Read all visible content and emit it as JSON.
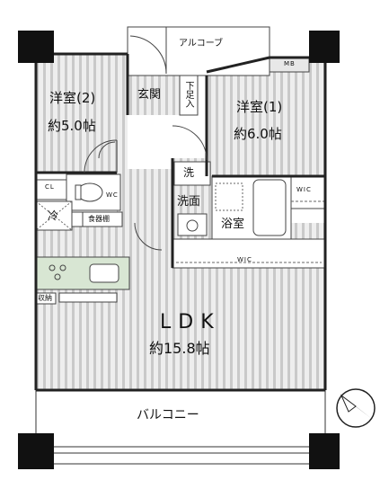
{
  "rooms": {
    "western_room_2": {
      "name": "洋室(2)",
      "size": "約5.0帖"
    },
    "western_room_1": {
      "name": "洋室(1)",
      "size": "約6.0帖"
    },
    "ldk": {
      "name": "LDK",
      "size": "約15.8帖"
    },
    "entrance": "玄関",
    "shoe_box": "下足入",
    "alcove": "アルコーブ",
    "washroom": "洗面",
    "washer": "洗",
    "bathroom": "浴室",
    "balcony": "バルコニー",
    "refrigerator": "冷",
    "storage": "収納",
    "cupboard": "食器棚",
    "wc": "WC",
    "closet": "CL",
    "mb": "MB",
    "wic_upper": "WIC",
    "wic_lower": "WIC"
  }
}
